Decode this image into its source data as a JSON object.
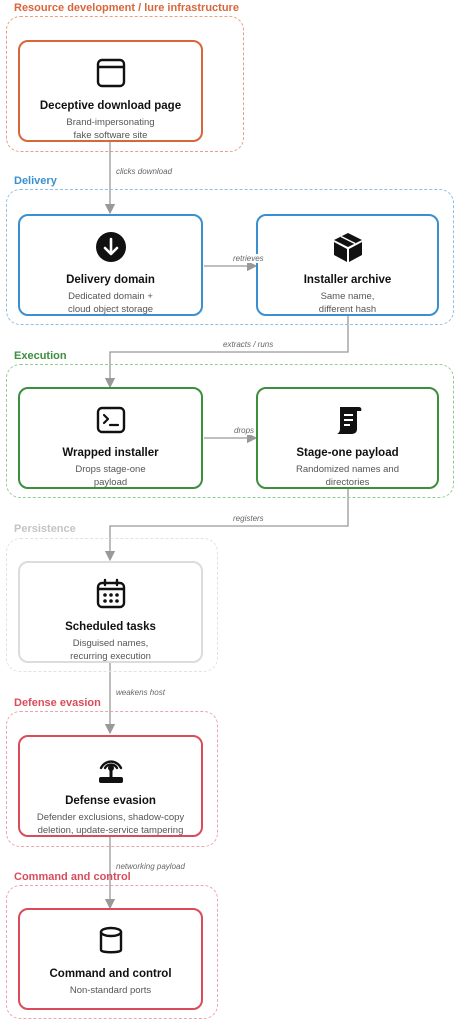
{
  "colors": {
    "resource": "#d9663a",
    "delivery": "#3a8fcf",
    "execution": "#3c8f3c",
    "persistence": "#cfcfcf",
    "persistence_label": "#bbbbbb",
    "defense": "#d94c5a",
    "c2": "#d94c5a",
    "arrow": "#999999"
  },
  "groups": {
    "resource": "Resource development / lure infrastructure",
    "delivery": "Delivery",
    "execution": "Execution",
    "persistence": "Persistence",
    "defense": "Defense evasion",
    "c2": "Command and control"
  },
  "nodes": {
    "download_page": {
      "title": "Deceptive download page",
      "desc": "Brand-impersonating fake software site",
      "icon": "browser-window-icon"
    },
    "delivery_domain": {
      "title": "Delivery domain",
      "desc": "Dedicated domain + cloud object storage",
      "icon": "download-circle-icon"
    },
    "installer_archive": {
      "title": "Installer archive",
      "desc": "Same name, different hash",
      "icon": "package-box-icon"
    },
    "wrapped_installer": {
      "title": "Wrapped installer",
      "desc": "Drops stage-one payload",
      "icon": "terminal-icon"
    },
    "stage_one_payload": {
      "title": "Stage-one payload",
      "desc": "Randomized names and directories",
      "icon": "scroll-icon"
    },
    "scheduled_tasks": {
      "title": "Scheduled tasks",
      "desc": "Disguised names, recurring execution",
      "icon": "calendar-icon"
    },
    "defense_evasion": {
      "title": "Defense evasion",
      "desc": "Defender exclusions, shadow-copy deletion, update-service tampering",
      "icon": "broadcast-tower-icon"
    },
    "command_control": {
      "title": "Command and control",
      "desc": "Non-standard ports",
      "icon": "database-icon"
    }
  },
  "edges": {
    "clicks_download": "clicks download",
    "retrieves": "retrieves",
    "extracts_runs": "extracts / runs",
    "drops": "drops",
    "registers": "registers",
    "weakens_host": "weakens host",
    "networking_payload": "networking payload"
  }
}
